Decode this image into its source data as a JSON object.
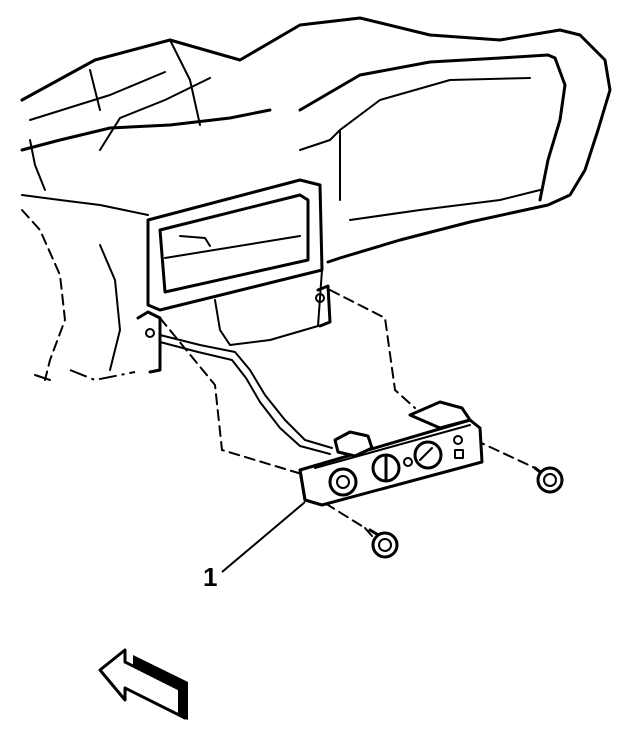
{
  "diagram": {
    "callouts": [
      {
        "label": "1"
      }
    ],
    "parts": [
      "instrument-panel",
      "radio-opening",
      "control-head",
      "wiring-harness",
      "screw-left",
      "screw-right",
      "front-arrow"
    ]
  }
}
